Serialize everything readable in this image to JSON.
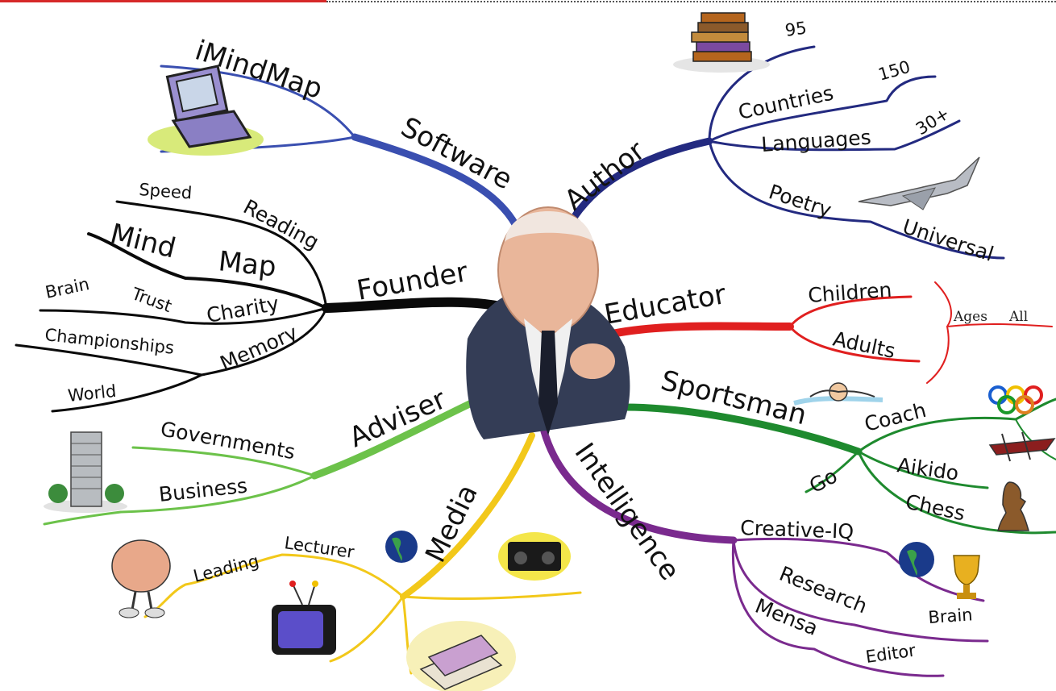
{
  "center": {
    "subject": "central-portrait"
  },
  "colors": {
    "software": "#3a4fb0",
    "author": "#232a80",
    "founder": "#0a0a0a",
    "educator": "#e01f1f",
    "adviser": "#6cc24a",
    "sportsman": "#1e8a2e",
    "media": "#f2c81a",
    "intelligence": "#7a2a8e"
  },
  "branches": {
    "software": {
      "label": "Software",
      "sub": {
        "imindmap": "iMindMap"
      }
    },
    "author": {
      "label": "Author",
      "sub": {
        "n95": "95",
        "n150": "150",
        "countries": "Countries",
        "n30": "30+",
        "languages": "Languages",
        "poetry": "Poetry",
        "universal": "Universal"
      }
    },
    "founder": {
      "label": "Founder",
      "sub": {
        "speed": "Speed",
        "reading": "Reading",
        "mind": "Mind",
        "map": "Map",
        "brain": "Brain",
        "trust": "Trust",
        "charity": "Charity",
        "championships": "Championships",
        "memory": "Memory",
        "world": "World"
      }
    },
    "educator": {
      "label": "Educator",
      "sub": {
        "children": "Children",
        "adults": "Adults",
        "ages": "Ages",
        "all": "All"
      }
    },
    "adviser": {
      "label": "Adviser",
      "sub": {
        "governments": "Governments",
        "business": "Business"
      }
    },
    "sportsman": {
      "label": "Sportsman",
      "sub": {
        "coach": "Coach",
        "aikido": "Aikido",
        "go": "Go",
        "chess": "Chess"
      }
    },
    "media": {
      "label": "Media",
      "sub": {
        "lecturer": "Lecturer",
        "leading": "Leading"
      }
    },
    "intelligence": {
      "label": "Intelligence",
      "sub": {
        "creative_iq": "Creative-IQ",
        "research": "Research",
        "brain": "Brain",
        "mensa": "Mensa",
        "editor": "Editor"
      }
    }
  }
}
